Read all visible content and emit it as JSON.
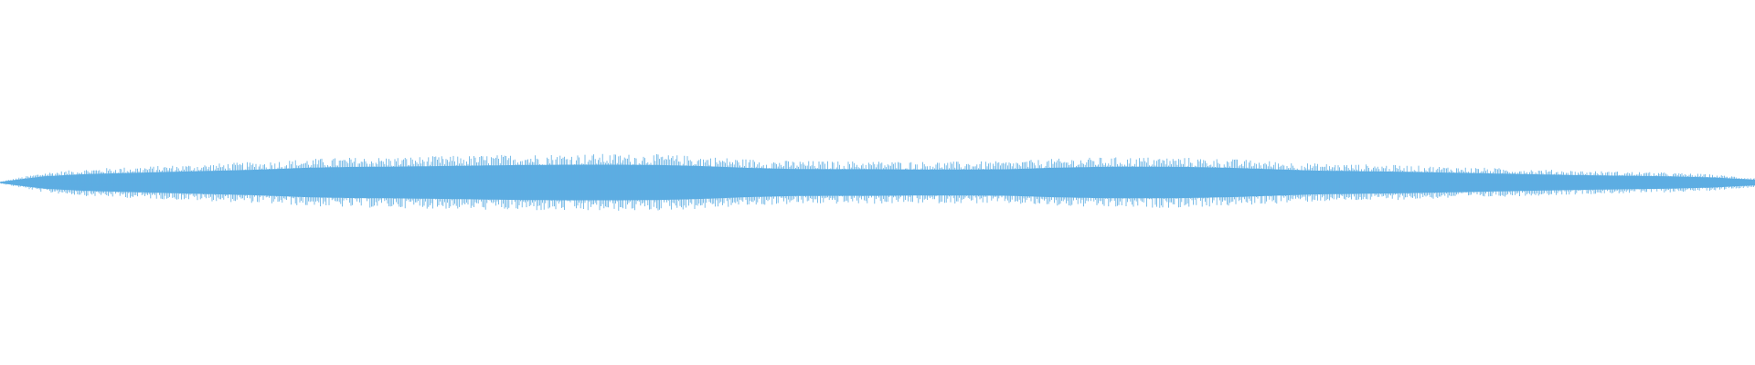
{
  "waveform": {
    "color": "#5dade2",
    "background": "#ffffff",
    "amplitude_envelope": [
      0.02,
      0.22,
      0.3,
      0.34,
      0.38,
      0.42,
      0.46,
      0.52,
      0.55,
      0.56,
      0.58,
      0.6,
      0.62,
      0.63,
      0.63,
      0.62,
      0.58,
      0.52,
      0.48,
      0.47,
      0.47,
      0.46,
      0.46,
      0.47,
      0.52,
      0.55,
      0.56,
      0.55,
      0.52,
      0.47,
      0.42,
      0.4,
      0.38,
      0.35,
      0.32,
      0.29,
      0.26,
      0.24,
      0.22,
      0.18,
      0.1
    ]
  }
}
